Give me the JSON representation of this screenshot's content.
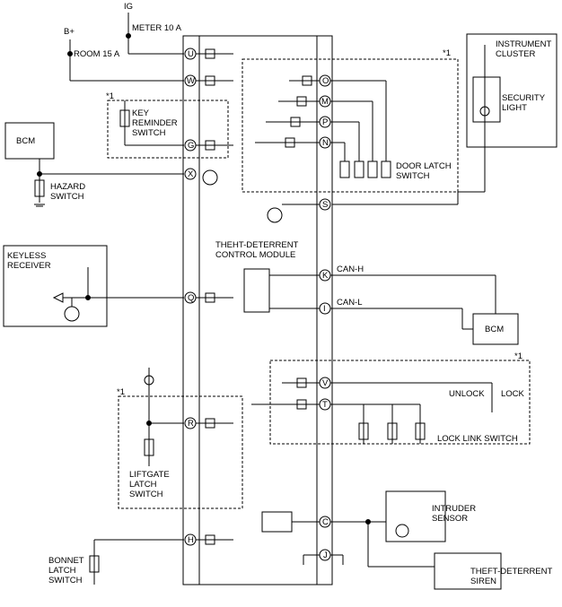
{
  "power": {
    "ig": "IG",
    "b_plus": "B+",
    "meter_fuse": "METER 10 A",
    "room_fuse": "ROOM 15 A"
  },
  "bcm": "BCM",
  "hazard_switch": "HAZARD\nSWITCH",
  "key_reminder_switch": "KEY\nREMINDER\nSWITCH",
  "keyless_receiver": "KEYLESS\nRECEIVER",
  "module": "THEHT-DETERRENT\nCONTROL MODULE",
  "instrument_cluster": "INSTRUMENT\nCLUSTER",
  "security_light": "SECURITY\nLIGHT",
  "door_latch_switch": "DOOR LATCH\nSWITCH",
  "can_h": "CAN-H",
  "can_l": "CAN-L",
  "note_mark": "*1",
  "unlock": "UNLOCK",
  "lock": "LOCK",
  "lock_link_switch": "LOCK LINK SWITCH",
  "liftgate_latch_switch": "LIFTGATE\nLATCH\nSWITCH",
  "intruder_sensor": "INTRUDER\nSENSOR",
  "theft_deterrent_siren": "THEFT-DETERRENT\nSIREN",
  "bonnet_latch_switch": "BONNET\nLATCH\nSWITCH",
  "terminals": [
    "U",
    "W",
    "G",
    "X",
    "Q",
    "R",
    "H",
    "O",
    "M",
    "P",
    "N",
    "S",
    "K",
    "I",
    "V",
    "T",
    "C",
    "J"
  ]
}
